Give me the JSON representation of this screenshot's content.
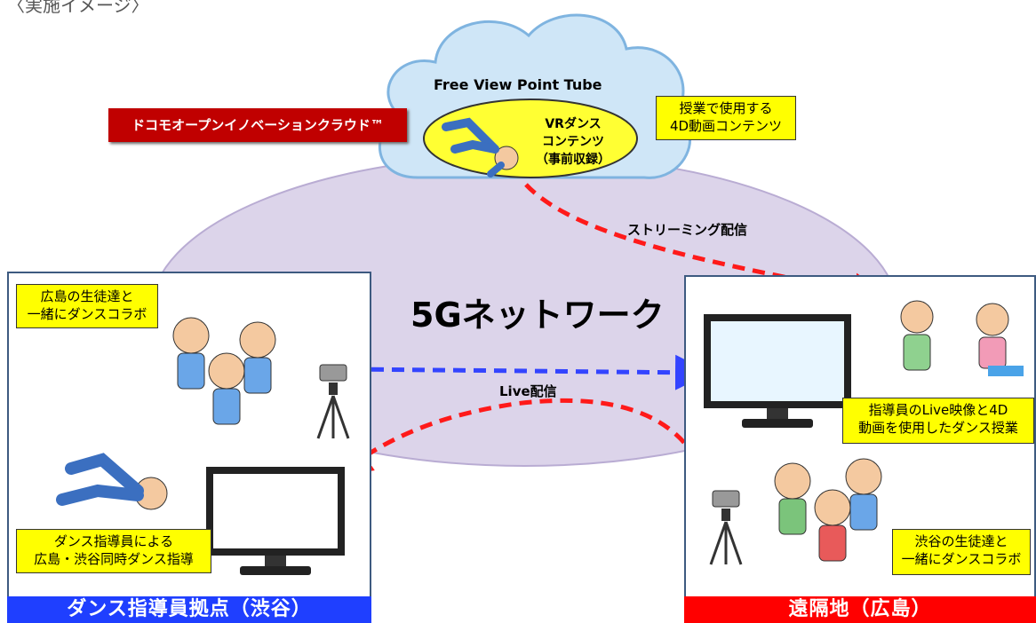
{
  "top_label": "〈実施イメージ〉",
  "cloud": {
    "title": "Free View Point Tube",
    "content_label": "VRダンス\nコンテンツ\n（事前収録）"
  },
  "docomo_badge": "ドコモオープンイノベーションクラウド™",
  "callout_4d": "授業で使用する\n4D動画コンテンツ",
  "streaming_label": "ストリーミング配信",
  "network_label": "5Gネットワーク",
  "live_label": "Live配信",
  "left_panel": {
    "callout_top": "広島の生徒達と\n一緒にダンスコラボ",
    "callout_bottom": "ダンス指導員による\n広島・渋谷同時ダンス指導",
    "bar_label": "ダンス指導員拠点（渋谷）",
    "bar_color": "#1f3fff"
  },
  "right_panel": {
    "callout_top": "指導員のLive映像と4D\n動画を使用したダンス授業",
    "callout_bottom": "渋谷の生徒達と\n一緒にダンスコラボ",
    "bar_label": "遠隔地（広島）",
    "bar_color": "#ff0000"
  },
  "colors": {
    "ellipse": "#dcd4ea",
    "cloud": "#cfe6f7",
    "red_arrow": "#ff1a1a",
    "blue_arrow": "#3344ff"
  }
}
